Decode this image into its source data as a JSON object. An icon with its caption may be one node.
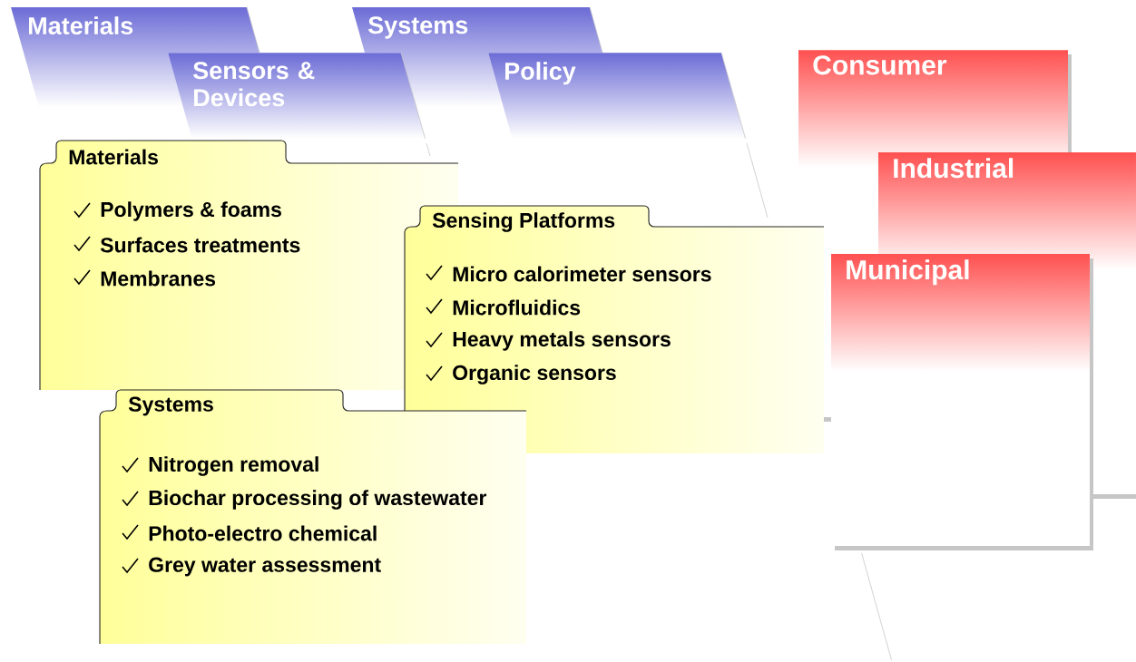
{
  "diagram": {
    "nodes": [
      {
        "text": [
          "Materials"
        ]
      },
      {
        "text": [
          "Systems"
        ]
      },
      {
        "text": [
          "Sensors & Devices"
        ]
      },
      {
        "text": [
          "Policy"
        ]
      },
      {
        "text": [
          "Consumer"
        ]
      },
      {
        "text": [
          "Industrial"
        ]
      },
      {
        "text": [
          "Municipal"
        ]
      },
      {
        "text": [
          "Materials",
          "Polymers & foams",
          "Surfaces treatments",
          "Membranes"
        ]
      },
      {
        "text": [
          "Sensing Platforms",
          "Micro calorimeter sensors",
          "Microfluidics",
          "Heavy metals sensors",
          "Organic sensors"
        ]
      },
      {
        "text": [
          "Systems",
          "Nitrogen removal",
          "Biochar processing of wastewater",
          "Photo-electro chemical",
          "Grey water assessment"
        ]
      }
    ]
  }
}
